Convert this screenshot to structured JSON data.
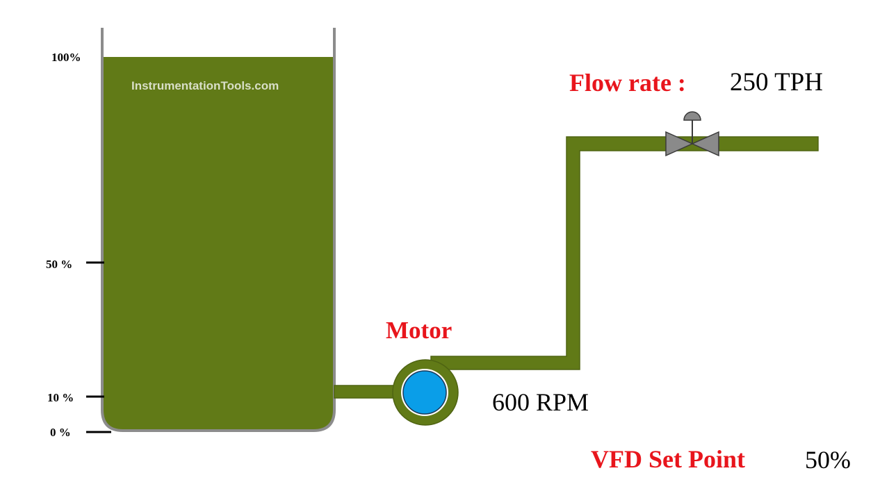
{
  "tank": {
    "level_percent": 100,
    "scale_labels": {
      "p100": "100%",
      "p50": "50 %",
      "p10": "10 %",
      "p0": "0 %"
    },
    "fluid_color": "#617a17"
  },
  "watermark": "InstrumentationTools.com",
  "flow": {
    "label": "Flow rate :",
    "value": "250 TPH"
  },
  "motor": {
    "label": "Motor",
    "speed": "600 RPM",
    "casing_color": "#617a17",
    "impeller_color": "#0a9ee8"
  },
  "vfd": {
    "label": "VFD Set Point",
    "value": "50%"
  },
  "colors": {
    "pipe": "#617a17",
    "label_red": "#e8151c",
    "valve": "#8a8a8a"
  }
}
